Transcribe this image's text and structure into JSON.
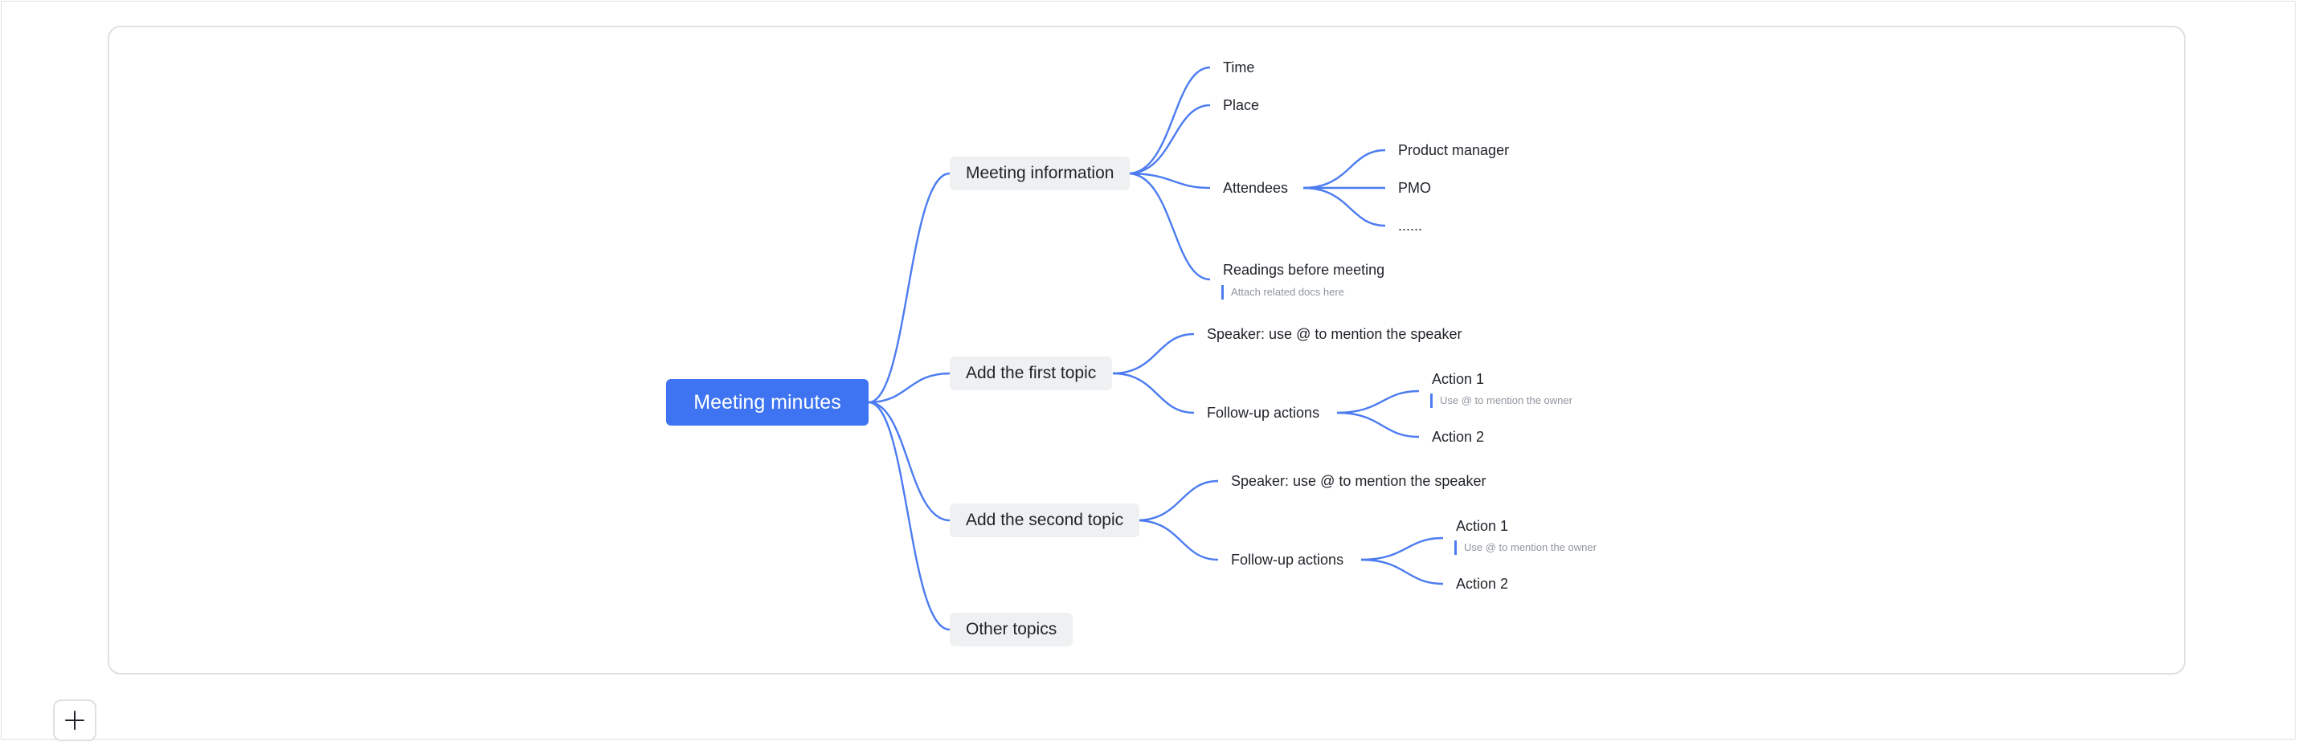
{
  "mindmap": {
    "root": "Meeting minutes",
    "topics": {
      "meeting_information": {
        "label": "Meeting information",
        "time": "Time",
        "place": "Place",
        "attendees": {
          "label": "Attendees",
          "items": [
            "Product manager",
            "PMO",
            "......"
          ]
        },
        "readings": {
          "label": "Readings before meeting",
          "note": "Attach related docs here"
        }
      },
      "first_topic": {
        "label": "Add the first topic",
        "speaker": "Speaker: use @ to mention the speaker",
        "followup": {
          "label": "Follow-up actions",
          "action1": "Action 1",
          "action1_note": "Use @ to mention the owner",
          "action2": "Action 2"
        }
      },
      "second_topic": {
        "label": "Add the second topic",
        "speaker": "Speaker: use @ to mention the speaker",
        "followup": {
          "label": "Follow-up actions",
          "action1": "Action 1",
          "action1_note": "Use @ to mention the owner",
          "action2": "Action 2"
        }
      },
      "other": {
        "label": "Other topics"
      }
    }
  },
  "toolbar": {
    "add_icon": "plus-icon"
  },
  "colors": {
    "root": "#3e74f1",
    "edge": "#4c7cf0",
    "topic_bg": "#eff0f1",
    "note_bar": "#4c7cf0"
  }
}
